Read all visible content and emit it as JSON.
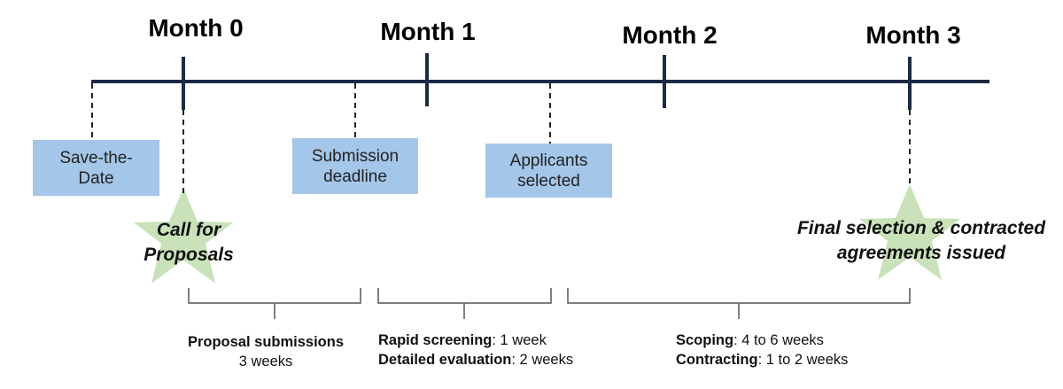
{
  "months": [
    {
      "label": "Month 0"
    },
    {
      "label": "Month 1"
    },
    {
      "label": "Month 2"
    },
    {
      "label": "Month 3"
    }
  ],
  "events": [
    {
      "line1": "Save-the-",
      "line2": "Date"
    },
    {
      "line1": "Submission",
      "line2": "deadline"
    },
    {
      "line1": "Applicants",
      "line2": "selected"
    }
  ],
  "milestones": [
    {
      "line1": "Call for",
      "line2": "Proposals"
    },
    {
      "line1": "Final selection & contracted",
      "line2": "agreements issued"
    }
  ],
  "phases": [
    {
      "title": "Proposal submissions",
      "detail": "3 weeks"
    },
    {
      "item1_label": "Rapid screening",
      "item1_value": ": 1 week",
      "item2_label": "Detailed evaluation",
      "item2_value": ": 2 weeks"
    },
    {
      "item1_label": "Scoping",
      "item1_value": ": 4 to 6 weeks",
      "item2_label": "Contracting",
      "item2_value": ": 1 to 2 weeks"
    }
  ],
  "colors": {
    "timeline": "#1c2b45",
    "event_box": "#a4c6e8",
    "star": "#c9e2b9",
    "bracket": "#555555"
  }
}
